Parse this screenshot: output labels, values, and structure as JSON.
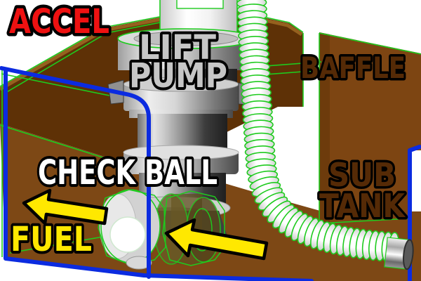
{
  "diagram": {
    "title": "ACCEL fuel tank lift pump cutaway diagram",
    "labels": {
      "accel": {
        "text": "ACCEL",
        "color": "#ee1111"
      },
      "lift_pump": {
        "line1": "LIFT",
        "line2": "PUMP",
        "color": "#c6c6c6"
      },
      "baffle": {
        "text": "BAFFLE",
        "color": "#552a06"
      },
      "check_ball": {
        "text": "CHECK BALL",
        "color": "#ffffff"
      },
      "sub_tank": {
        "line1": "SUB",
        "line2": "TANK",
        "color": "#552a06"
      },
      "fuel": {
        "text": "FUEL",
        "color": "#ffe800"
      }
    },
    "arrows": [
      {
        "name": "fuel-outflow-arrow",
        "direction": "left"
      },
      {
        "name": "fuel-inflow-arrow",
        "direction": "left"
      }
    ],
    "colors": {
      "background": "#ffffff",
      "tank_wall_dark": "#5e3106",
      "tank_rim_light": "#95611e",
      "tank_floor": "#7d4815",
      "baffle_face": "#7d4512",
      "baffle_fold": "#6d3b0c",
      "cutaway_blue": "#0b2be0",
      "wireframe_green": "#1ecb1e",
      "arrow_yellow": "#ffe800",
      "outline_black": "#000000",
      "pump_metal_light": "#d8d8d8",
      "pump_metal_dark": "#3a3a3a",
      "hose_white": "#ffffff"
    }
  }
}
